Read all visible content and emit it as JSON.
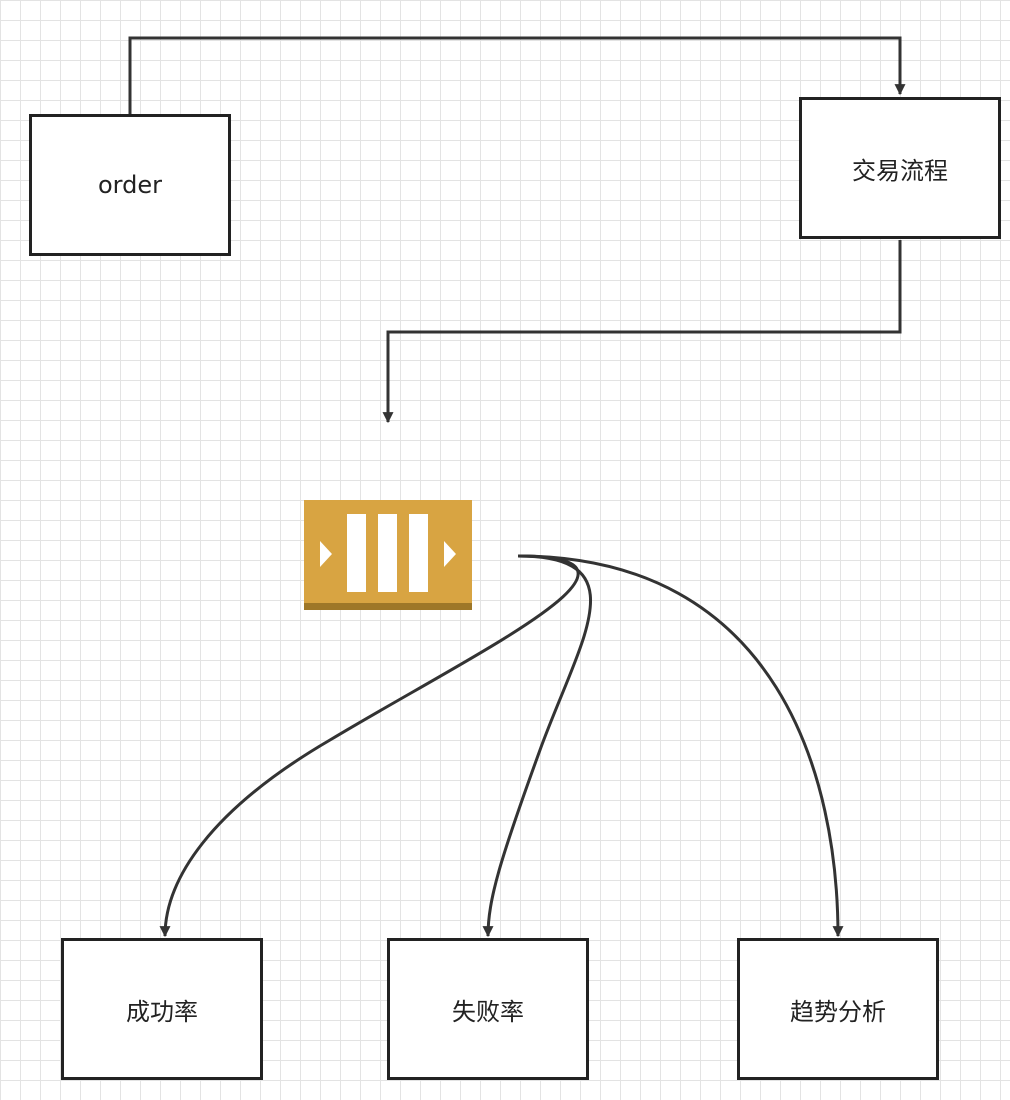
{
  "nodes": {
    "order": "order",
    "trade_flow": "交易流程",
    "success_rate": "成功率",
    "failure_rate": "失败率",
    "trend_analysis": "趋势分析"
  },
  "queue": {
    "icon": "message-queue-icon"
  },
  "colors": {
    "stroke": "#333333",
    "queue_fill": "#d8a442",
    "queue_base": "#9e7728",
    "grid": "#e3e3e3"
  }
}
